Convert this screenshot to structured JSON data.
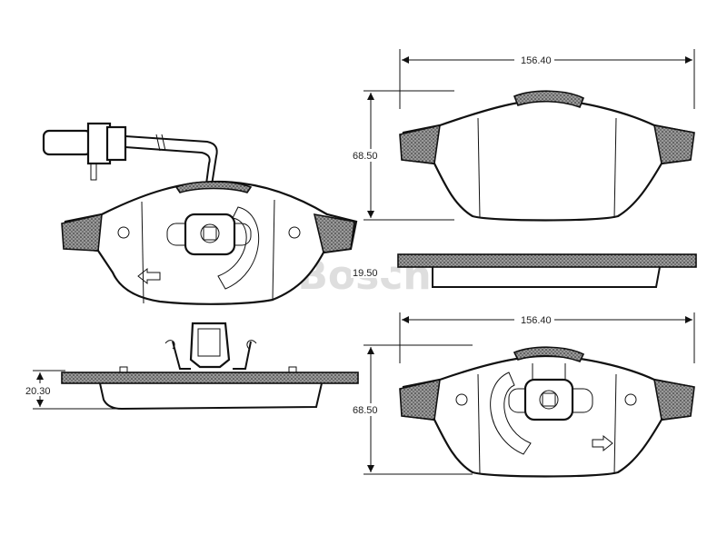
{
  "dimensions": {
    "top_width": "156.40",
    "top_height": "68.50",
    "side_thickness_right": "19.50",
    "bottom_width": "156.40",
    "bottom_height": "68.50",
    "side_thickness_left": "20.30"
  },
  "watermark": {
    "text": "© Bosch"
  }
}
